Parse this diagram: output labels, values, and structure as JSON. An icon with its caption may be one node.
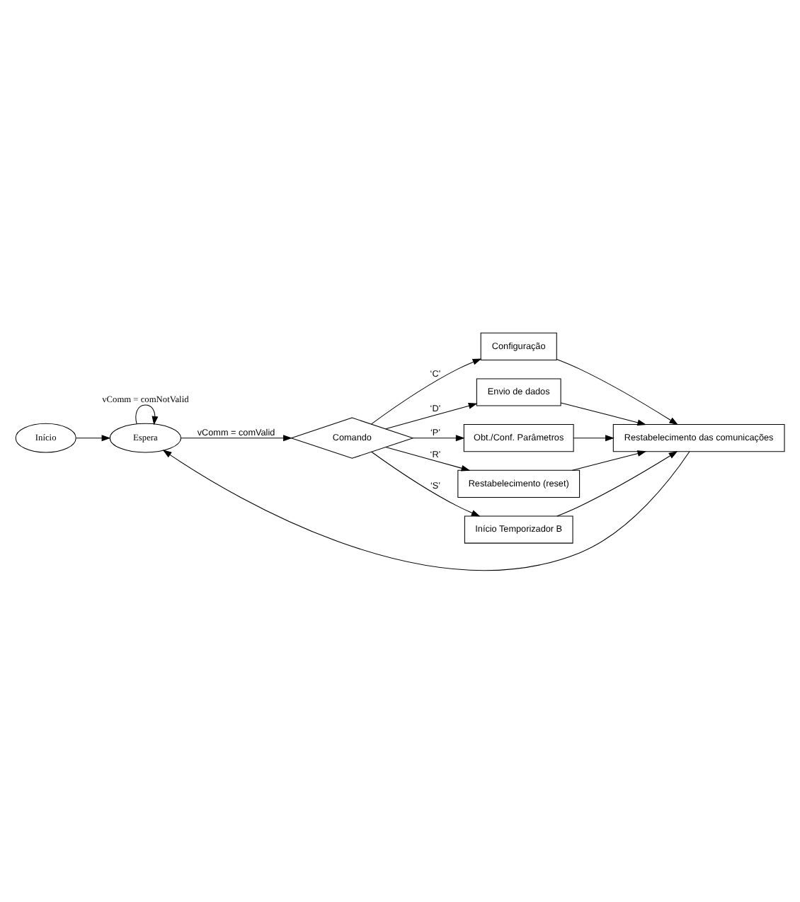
{
  "diagram": {
    "nodes": [
      {
        "text": [
          "Início"
        ]
      },
      {
        "text": [
          "Espera"
        ]
      },
      {
        "text": [
          "Comando"
        ]
      },
      {
        "text": [
          "Configuração"
        ]
      },
      {
        "text": [
          "Envio de dados"
        ]
      },
      {
        "text": [
          "Obt./Conf. Parâmetros"
        ]
      },
      {
        "text": [
          "Restabelecimento (reset)"
        ]
      },
      {
        "text": [
          "Início Temporizador B"
        ]
      },
      {
        "text": [
          "Restabelecimento das comunicações"
        ]
      }
    ],
    "edges": [
      {
        "from": 0,
        "to": 1,
        "arrow": "to"
      },
      {
        "from": 1,
        "to": 1,
        "arrow": "to",
        "label": "vComm = comNotValid"
      },
      {
        "from": 1,
        "to": 2,
        "arrow": "to",
        "label": "vComm = comValid"
      },
      {
        "from": 2,
        "to": 3,
        "arrow": "to",
        "label": "‘C’"
      },
      {
        "from": 2,
        "to": 4,
        "arrow": "to",
        "label": "‘D’"
      },
      {
        "from": 2,
        "to": 5,
        "arrow": "to",
        "label": "‘P’"
      },
      {
        "from": 2,
        "to": 6,
        "arrow": "to",
        "label": "‘R’"
      },
      {
        "from": 2,
        "to": 7,
        "arrow": "to",
        "label": "‘S’"
      },
      {
        "from": 3,
        "to": 8,
        "arrow": "to"
      },
      {
        "from": 4,
        "to": 8,
        "arrow": "to"
      },
      {
        "from": 5,
        "to": 8,
        "arrow": "to"
      },
      {
        "from": 6,
        "to": 8,
        "arrow": "to"
      },
      {
        "from": 7,
        "to": 8,
        "arrow": "to"
      },
      {
        "from": 8,
        "to": 1,
        "arrow": "to"
      }
    ]
  }
}
